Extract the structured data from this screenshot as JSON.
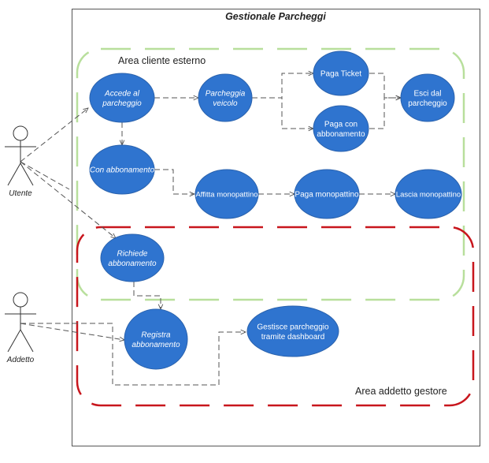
{
  "system": {
    "title": "Gestionale Parcheggi"
  },
  "areas": {
    "client": {
      "label": "Area cliente esterno",
      "color": "#b8df9c"
    },
    "staff": {
      "label": "Area  addetto gestore",
      "color": "#c8161d"
    }
  },
  "actors": {
    "utente": {
      "label": "Utente"
    },
    "addetto": {
      "label": "Addetto"
    }
  },
  "usecases": {
    "accede": {
      "lines": [
        "Accede al",
        "parcheggio"
      ],
      "italic": true
    },
    "parcheggia": {
      "lines": [
        "Parcheggia",
        "veicolo"
      ],
      "italic": true
    },
    "paga_ticket": {
      "lines": [
        "Paga Ticket"
      ],
      "italic": false
    },
    "paga_abbonamento": {
      "lines": [
        "Paga con",
        "abbonamento"
      ],
      "italic": false
    },
    "esci": {
      "lines": [
        "Esci dal",
        "parcheggio"
      ],
      "italic": false
    },
    "con_abbonamento": {
      "lines": [
        "Con abbonamento"
      ],
      "italic": true
    },
    "affitta": {
      "lines": [
        "Affitta monopattino"
      ],
      "italic": false
    },
    "paga_mono": {
      "lines": [
        "Paga monopattino"
      ],
      "italic": false
    },
    "lascia": {
      "lines": [
        "Lascia monopattino"
      ],
      "italic": false
    },
    "richiede": {
      "lines": [
        "Richiede",
        "abbonamento"
      ],
      "italic": true
    },
    "registra": {
      "lines": [
        "Registra",
        "abbonamento"
      ],
      "italic": true
    },
    "gestisce": {
      "lines": [
        "Gestisce parcheggio",
        "tramite dashboard"
      ],
      "italic": false
    }
  },
  "colors": {
    "usecase_fill": "#2f74cf",
    "usecase_stroke": "#2a62ad",
    "usecase_text": "#ffffff",
    "connector": "#555555",
    "frame": "#555555"
  }
}
